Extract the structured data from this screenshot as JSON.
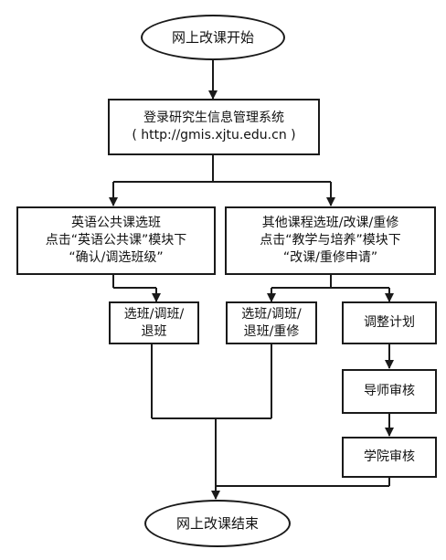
{
  "nodes": {
    "start": "网上改课开始",
    "login": [
      "登录研究生信息管理系统",
      "( http://gmis.xjtu.edu.cn )"
    ],
    "english": [
      "英语公共课选班",
      "点击“英语公共课”模块下",
      "“确认/调选班级”"
    ],
    "other": [
      "其他课程选班/改课/重修",
      "点击“教学与培养”模块下",
      "“改课/重修申请”"
    ],
    "english_action": [
      "选班/调班/",
      "退班"
    ],
    "other_action": [
      "选班/调班/",
      "退班/重修"
    ],
    "adjust_plan": "调整计划",
    "tutor_review": "导师审核",
    "college_review": "学院审核",
    "end": "网上改课结束"
  },
  "colors": {
    "stroke": "#1a1a1a",
    "fill": "#ffffff",
    "text": "#111111"
  }
}
